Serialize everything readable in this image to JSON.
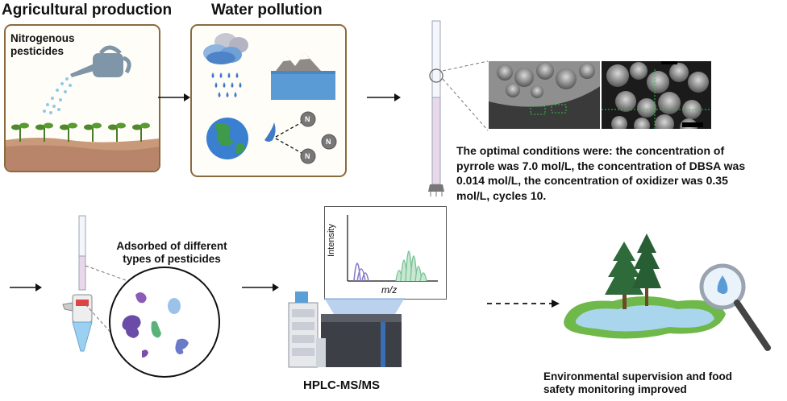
{
  "titles": {
    "agri": "Agricultural production",
    "water": "Water pollution"
  },
  "agri_panel": {
    "label": "Nitrogenous pesticides"
  },
  "water_panel": {
    "n_label": "N"
  },
  "sem": {
    "scale_labels": [
      "",
      "",
      "",
      ""
    ]
  },
  "conditions_text": "The optimal conditions were: the concentration of pyrrole was 7.0 mol/L, the concentration of DBSA was 0.014 mol/L, the concentration of oxidizer was 0.35 mol/L, cycles 10.",
  "adsorbed_text": "Adsorbed of different types of pesticides",
  "hplc": {
    "label": "HPLC-MS/MS",
    "y_axis": "Intensity",
    "x_axis": "m/z"
  },
  "outcome_text": "Environmental supervision and food safety monitoring improved",
  "colors": {
    "panel_border": "#8a6a3f",
    "soil": "#c99a7a",
    "water": "#5b9bd5",
    "peak_purple": "#8a7cc8",
    "peak_green": "#7dc49a",
    "hplc_blue": "#3b6db3"
  }
}
